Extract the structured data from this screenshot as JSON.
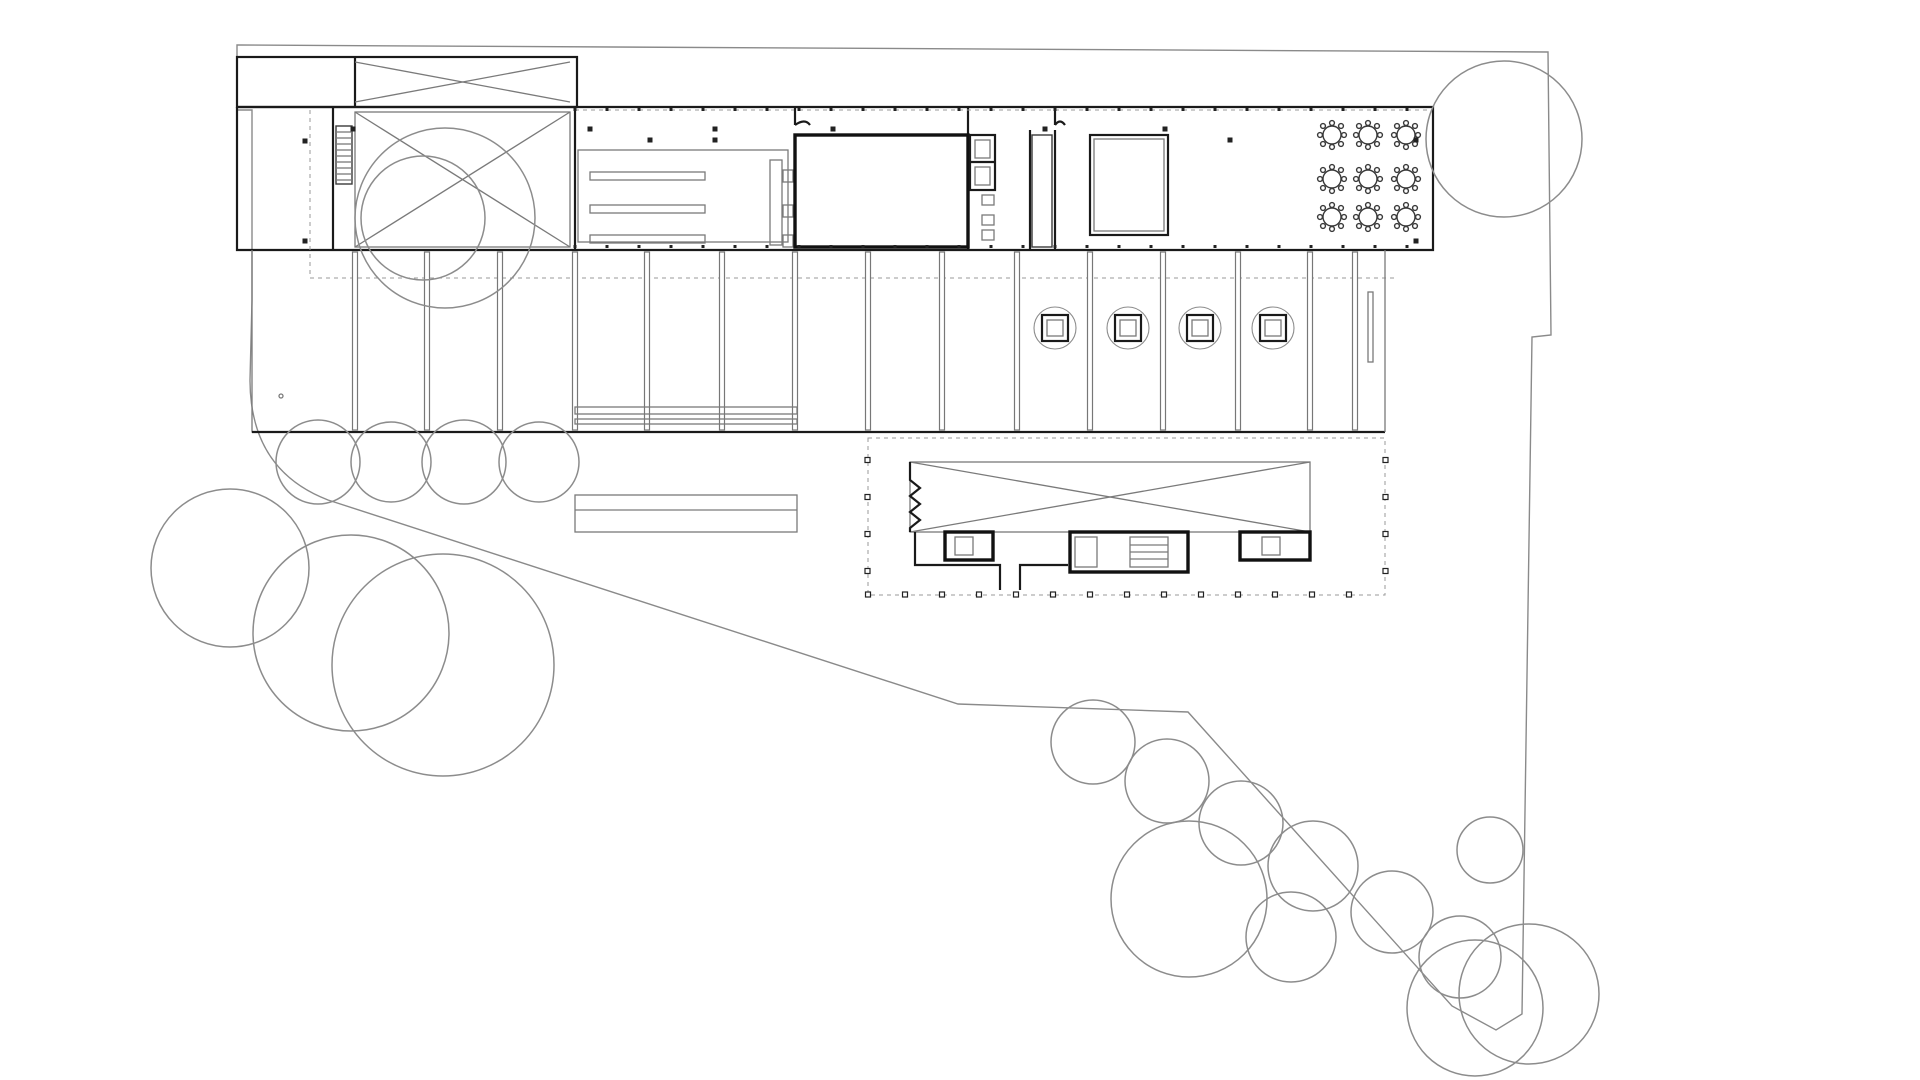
{
  "drawing": {
    "type": "architectural site / floor plan",
    "stroke_colors": {
      "walls": "#1a1a1a",
      "site_outline": "#8a8a8a",
      "trees": "#8c8c8c",
      "background": "#ffffff"
    },
    "elements": {
      "trees_count": 21,
      "dining_tables_count": 9,
      "skylights_count": 4,
      "louver_fins_count": 15
    }
  }
}
